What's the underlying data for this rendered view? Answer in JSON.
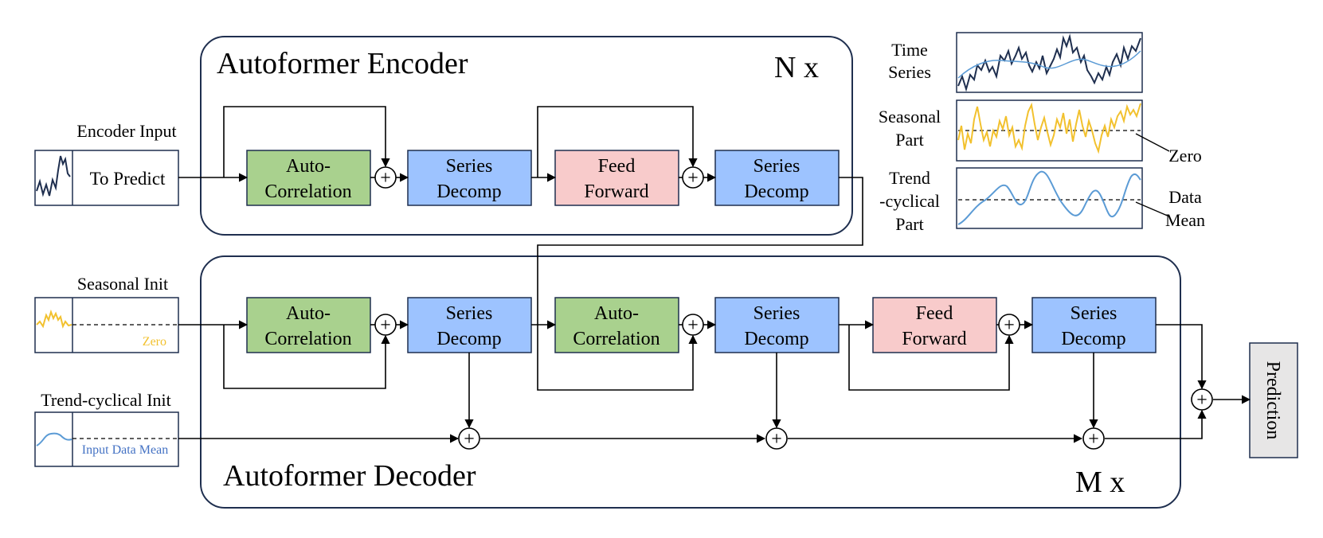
{
  "encoder": {
    "title": "Autoformer Encoder",
    "repeat": "N x",
    "blocks": [
      {
        "line1": "Auto-",
        "line2": "Correlation"
      },
      {
        "line1": "Series",
        "line2": "Decomp"
      },
      {
        "line1": "Feed",
        "line2": "Forward"
      },
      {
        "line1": "Series",
        "line2": "Decomp"
      }
    ]
  },
  "decoder": {
    "title": "Autoformer Decoder",
    "repeat": "M x",
    "blocks": [
      {
        "line1": "Auto-",
        "line2": "Correlation"
      },
      {
        "line1": "Series",
        "line2": "Decomp"
      },
      {
        "line1": "Auto-",
        "line2": "Correlation"
      },
      {
        "line1": "Series",
        "line2": "Decomp"
      },
      {
        "line1": "Feed",
        "line2": "Forward"
      },
      {
        "line1": "Series",
        "line2": "Decomp"
      }
    ]
  },
  "inputs": {
    "encoder_input": {
      "label": "Encoder Input",
      "text": "To Predict"
    },
    "seasonal_init": {
      "label": "Seasonal Init",
      "text": "Zero"
    },
    "trend_init": {
      "label": "Trend-cyclical Init",
      "text": "Input Data Mean"
    }
  },
  "output": {
    "label": "Prediction"
  },
  "legend": {
    "time_series": {
      "line1": "Time",
      "line2": "Series"
    },
    "seasonal": {
      "line1": "Seasonal",
      "line2": "Part"
    },
    "trend": {
      "line1": "Trend",
      "line2": "-cyclical",
      "line3": "Part"
    },
    "zero_label": "Zero",
    "mean_label": {
      "line1": "Data",
      "line2": "Mean"
    }
  },
  "colors": {
    "autocorrelation": "#a9d18e",
    "decomp": "#9dc3ff",
    "feedforward": "#f8cbcb",
    "prediction": "#e7e6e6",
    "series_dark": "#1f2f4f",
    "seasonal_line": "#f2c12e",
    "trend_line": "#5b9bd5",
    "trend_label": "#4472c4"
  }
}
